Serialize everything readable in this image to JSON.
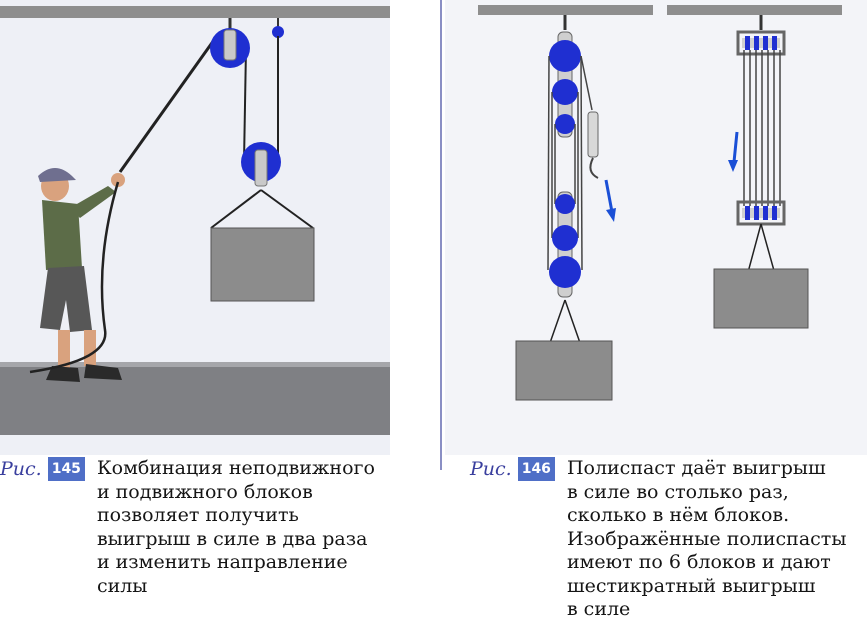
{
  "figure_145": {
    "label": "Рис.",
    "number": "145",
    "caption": "Комбинация неподвижного\nи подвижного блоков\nпозволяет получить\nвыигрыш в силе в два раза\nи изменить направление\nсилы"
  },
  "figure_146": {
    "label": "Рис.",
    "number": "146",
    "caption": "Полиспаст даёт выигрыш\nв силе во столько раз,\nсколько в нём блоков.\nИзображённые полиспасты\nимеют по 6 блоков и дают\nшестикратный выигрыш\nв силе"
  },
  "colors": {
    "pulley": "#1f2fd1",
    "accent": "#3a3f9e",
    "badge": "#4f6fc7",
    "arrow": "#1a4fd6",
    "load": "#8c8c8c"
  }
}
